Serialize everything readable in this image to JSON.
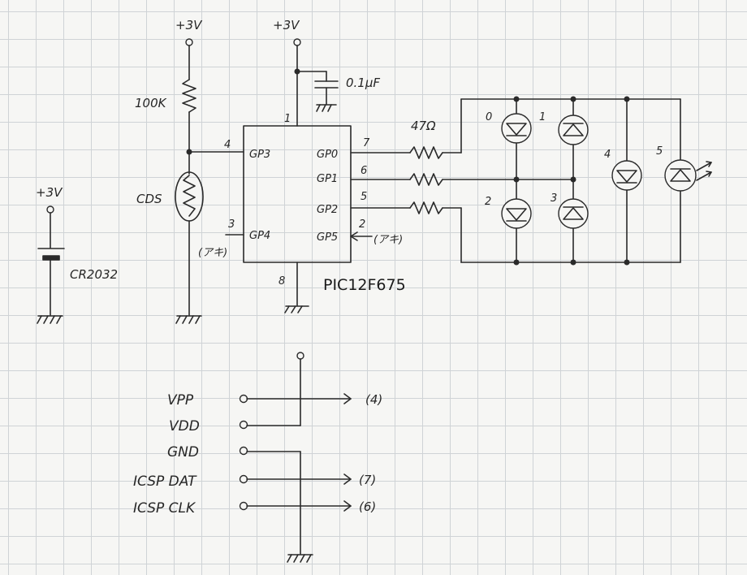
{
  "schematic": {
    "supply_cds": "+3V",
    "supply_chip": "+3V",
    "supply_batt": "+3V",
    "cap": "0.1μF",
    "res_top": "100K",
    "cds": "CDS",
    "battery": "CR2032",
    "res_led": "47Ω",
    "chip_name": "PIC12F675",
    "pins": {
      "gp3": "GP3",
      "gp4": "GP4",
      "gp0": "GP0",
      "gp1": "GP1",
      "gp2": "GP2",
      "gp5": "GP5",
      "n1": "1",
      "n2": "2",
      "n3": "3",
      "n4": "4",
      "n5": "5",
      "n6": "6",
      "n7": "7",
      "n8": "8"
    },
    "spare_left": "(アキ)",
    "spare_right": "(アキ)",
    "leds": [
      "0",
      "1",
      "2",
      "3",
      "4",
      "5"
    ],
    "icsp": {
      "vpp": "VPP",
      "vdd": "VDD",
      "gnd": "GND",
      "dat": "ICSP DAT",
      "clk": "ICSP CLK",
      "vpp_to": "(4)",
      "dat_to": "(7)",
      "clk_to": "(6)"
    }
  }
}
